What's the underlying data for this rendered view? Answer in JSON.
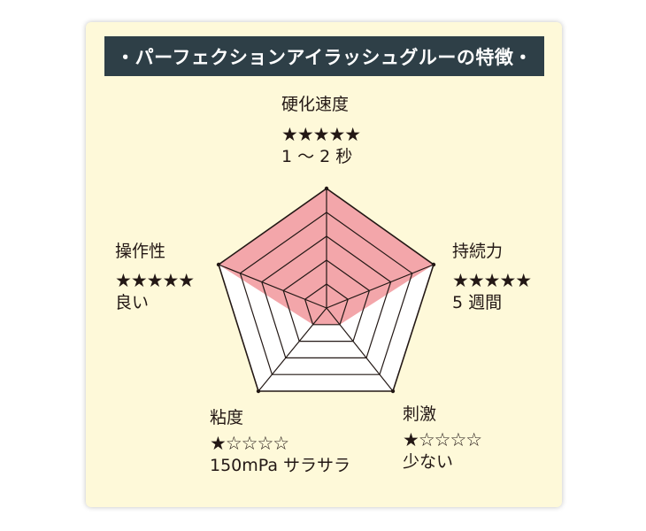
{
  "title": "・パーフェクションアイラッシュグルーの特徴・",
  "colors": {
    "card_bg": "#fef9d9",
    "banner_bg": "#2e3f47",
    "fill": "#f3a6aa",
    "stroke": "#231815"
  },
  "chart_data": {
    "type": "radar",
    "title": "・パーフェクションアイラッシュグルーの特徴・",
    "max": 5,
    "levels": 5,
    "axes": [
      {
        "label": "硬化速度",
        "stars": "★★★★★",
        "detail": "1 ～ 2 秒",
        "value": 5
      },
      {
        "label": "持続力",
        "stars": "★★★★★",
        "detail": "5 週間",
        "value": 5
      },
      {
        "label": "刺激",
        "stars": "★☆☆☆☆",
        "detail": "少ない",
        "value": 1
      },
      {
        "label": "粘度",
        "stars": "★☆☆☆☆",
        "detail": "150mPa サラサラ",
        "value": 1
      },
      {
        "label": "操作性",
        "stars": "★★★★★",
        "detail": "良い",
        "value": 5
      }
    ]
  }
}
